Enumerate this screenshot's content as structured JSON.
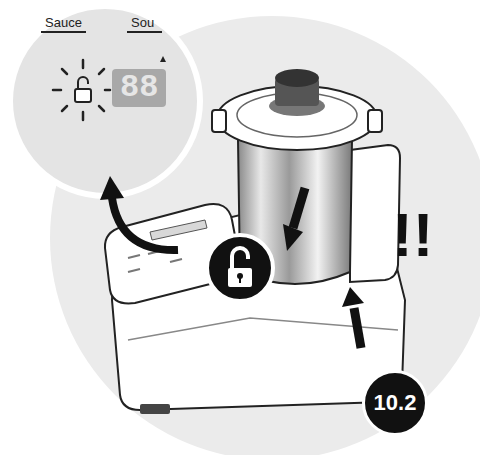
{
  "diagram": {
    "nodes": [
      {
        "text": [
          "Sauce",
          "Sou",
          "88"
        ]
      },
      {
        "text": [
          "10.2"
        ]
      }
    ],
    "labels": [
      "!!"
    ]
  }
}
